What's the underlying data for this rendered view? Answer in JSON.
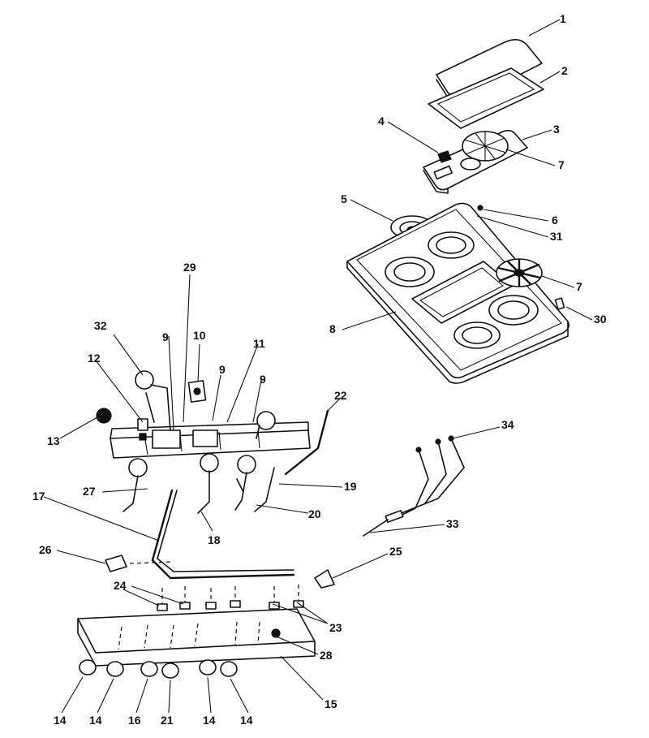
{
  "callouts": [
    {
      "id": "c1",
      "text": "1"
    },
    {
      "id": "c2",
      "text": "2"
    },
    {
      "id": "c3",
      "text": "3"
    },
    {
      "id": "c4",
      "text": "4"
    },
    {
      "id": "c7a",
      "text": "7"
    },
    {
      "id": "c5",
      "text": "5"
    },
    {
      "id": "c6",
      "text": "6"
    },
    {
      "id": "c31",
      "text": "31"
    },
    {
      "id": "c7b",
      "text": "7"
    },
    {
      "id": "c30",
      "text": "30"
    },
    {
      "id": "c8",
      "text": "8"
    },
    {
      "id": "c29",
      "text": "29"
    },
    {
      "id": "c32",
      "text": "32"
    },
    {
      "id": "c10",
      "text": "10"
    },
    {
      "id": "c11",
      "text": "11"
    },
    {
      "id": "c9a",
      "text": "9"
    },
    {
      "id": "c9b",
      "text": "9"
    },
    {
      "id": "c9c",
      "text": "9"
    },
    {
      "id": "c12",
      "text": "12"
    },
    {
      "id": "c22",
      "text": "22"
    },
    {
      "id": "c13",
      "text": "13"
    },
    {
      "id": "c34",
      "text": "34"
    },
    {
      "id": "c27",
      "text": "27"
    },
    {
      "id": "c19",
      "text": "19"
    },
    {
      "id": "c17",
      "text": "17"
    },
    {
      "id": "c20",
      "text": "20"
    },
    {
      "id": "c18",
      "text": "18"
    },
    {
      "id": "c33",
      "text": "33"
    },
    {
      "id": "c26",
      "text": "26"
    },
    {
      "id": "c25",
      "text": "25"
    },
    {
      "id": "c24",
      "text": "24"
    },
    {
      "id": "c23",
      "text": "23"
    },
    {
      "id": "c28",
      "text": "28"
    },
    {
      "id": "c15",
      "text": "15"
    },
    {
      "id": "c14a",
      "text": "14"
    },
    {
      "id": "c14b",
      "text": "14"
    },
    {
      "id": "c16",
      "text": "16"
    },
    {
      "id": "c21",
      "text": "21"
    },
    {
      "id": "c14c",
      "text": "14"
    },
    {
      "id": "c14d",
      "text": "14"
    }
  ]
}
